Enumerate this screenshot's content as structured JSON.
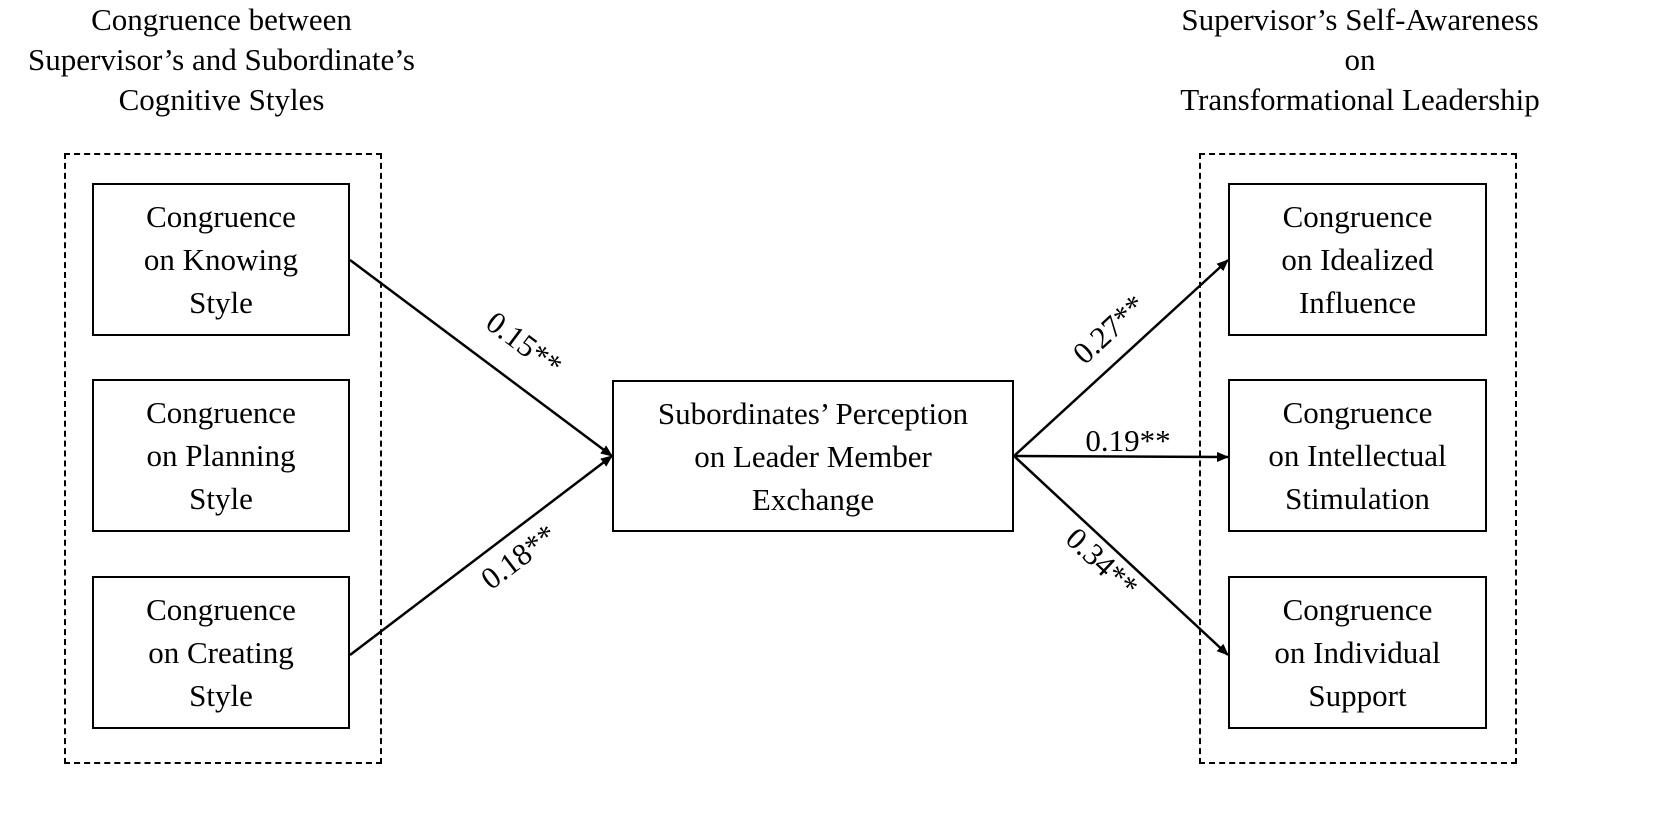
{
  "left_heading": [
    "Congruence between",
    "Supervisor’s and Subordinate’s",
    "Cognitive Styles"
  ],
  "right_heading": [
    "Supervisor’s Self-Awareness",
    "on",
    "Transformational Leadership"
  ],
  "left_boxes": [
    {
      "lines": [
        "Congruence",
        "on Knowing",
        "Style"
      ]
    },
    {
      "lines": [
        "Congruence",
        "on Planning",
        "Style"
      ]
    },
    {
      "lines": [
        "Congruence",
        "on Creating",
        "Style"
      ]
    }
  ],
  "center_box": {
    "lines": [
      "Subordinates’ Perception",
      "on Leader Member",
      "Exchange"
    ]
  },
  "right_boxes": [
    {
      "lines": [
        "Congruence",
        "on Idealized",
        "Influence"
      ]
    },
    {
      "lines": [
        "Congruence",
        "on Intellectual",
        "Stimulation"
      ]
    },
    {
      "lines": [
        "Congruence",
        "on Individual",
        "Support"
      ]
    }
  ],
  "paths": [
    {
      "from": "Congruence on Knowing Style",
      "to": "Subordinates’ Perception on Leader Member Exchange",
      "coefficient": "0.15**"
    },
    {
      "from": "Congruence on Creating Style",
      "to": "Subordinates’ Perception on Leader Member Exchange",
      "coefficient": "0.18**"
    },
    {
      "from": "Subordinates’ Perception on Leader Member Exchange",
      "to": "Congruence on Idealized Influence",
      "coefficient": "0.27**"
    },
    {
      "from": "Subordinates’ Perception on Leader Member Exchange",
      "to": "Congruence on Intellectual Stimulation",
      "coefficient": "0.19**"
    },
    {
      "from": "Subordinates’ Perception on Leader Member Exchange",
      "to": "Congruence on Individual Support",
      "coefficient": "0.34**"
    }
  ]
}
